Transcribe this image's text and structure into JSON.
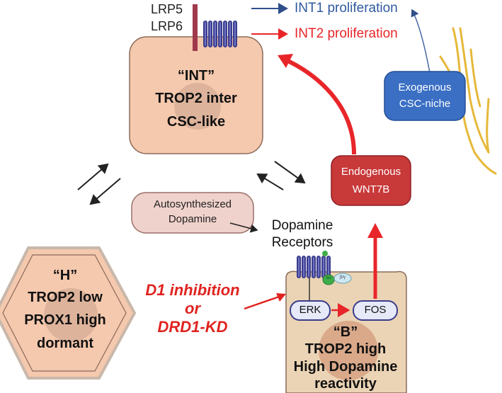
{
  "receptors": {
    "lrp5": "LRP5",
    "lrp6": "LRP6"
  },
  "arrows": {
    "int1": "INT1 proliferation",
    "int2": "INT2 proliferation"
  },
  "int_cell": {
    "line1": "“INT”",
    "line2": "TROP2 inter",
    "line3": "CSC-like"
  },
  "niche": {
    "line1": "Exogenous",
    "line2": "CSC-niche"
  },
  "wnt": {
    "line1": "Endogenous",
    "line2": "WNT7B"
  },
  "dopamine_box": {
    "line1": "Autosynthesized",
    "line2": "Dopamine"
  },
  "dopamine_receptors": {
    "line1": "Dopamine",
    "line2": "Receptors"
  },
  "h_cell": {
    "line1": "“H”",
    "line2": "TROP2 low",
    "line3": "PROX1 high",
    "line4": "dormant"
  },
  "inhibition": {
    "line1": "D1 inhibition",
    "line2": "or",
    "line3": "DRD1-KD"
  },
  "signaling": {
    "erk": "ERK",
    "fos": "FOS",
    "g_alpha": "Gα",
    "g_beta": "β/γ"
  },
  "b_cell": {
    "line1": "“B”",
    "line2": "TROP2 high",
    "line3": "High Dopamine",
    "line4": "reactivity"
  },
  "colors": {
    "int1": "#2f4f8a",
    "int2": "#e8262a",
    "inhibition": "#e0231f",
    "niche": "#3a6fc4",
    "wnt": "#c8393a"
  }
}
